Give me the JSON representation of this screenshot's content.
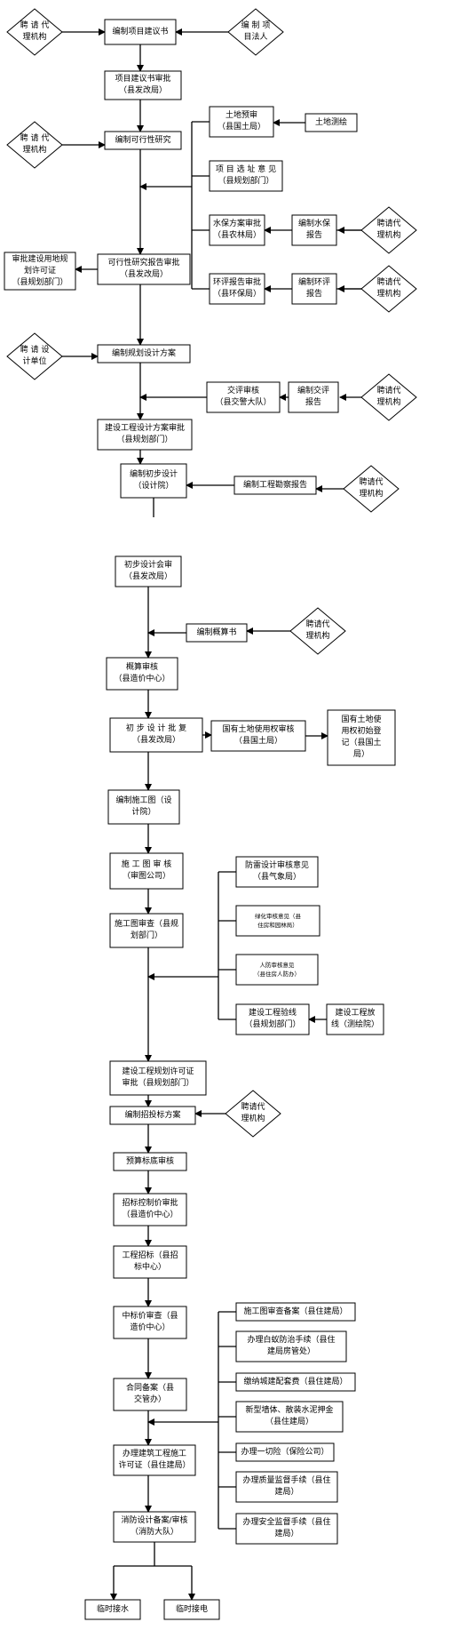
{
  "colors": {
    "line": "#000000",
    "box": "#ffffff"
  },
  "nodes": [
    {
      "id": "n1",
      "text": "编制项目建议书"
    },
    {
      "id": "d1",
      "text": "聘 请 代\n理机构"
    },
    {
      "id": "d2",
      "text": "编 制 项\n目法人"
    },
    {
      "id": "n2",
      "text": "项目建议书审批\n（县发改局）"
    },
    {
      "id": "d3",
      "text": "聘 请 代\n理机构"
    },
    {
      "id": "n3",
      "text": "编制可行性研究"
    },
    {
      "id": "s1",
      "text": "土地预审\n（县国土局）"
    },
    {
      "id": "s1b",
      "text": "土地测绘"
    },
    {
      "id": "s2",
      "text": "项 目 选 址 意 见\n（县规划部门）"
    },
    {
      "id": "s3",
      "text": "水保方案审批\n（县农林局）"
    },
    {
      "id": "s3b",
      "text": "编制水保\n报告"
    },
    {
      "id": "d4",
      "text": "聘请代\n理机构"
    },
    {
      "id": "s4",
      "text": "环评报告审批\n（县环保局）"
    },
    {
      "id": "s4b",
      "text": "编制环评\n报告"
    },
    {
      "id": "d5",
      "text": "聘请代\n理机构"
    },
    {
      "id": "n4",
      "text": "可行性研究报告审批\n（县发改局）"
    },
    {
      "id": "l1",
      "text": "审批建设用地规\n划许可证\n（县规划部门）"
    },
    {
      "id": "d6",
      "text": "聘 请 设\n计单位"
    },
    {
      "id": "n5",
      "text": "编制规划设计方案"
    },
    {
      "id": "s5",
      "text": "交评审核\n（县交警大队）"
    },
    {
      "id": "s5b",
      "text": "编制交评\n报告"
    },
    {
      "id": "d7",
      "text": "聘请代\n理机构"
    },
    {
      "id": "n6",
      "text": "建设工程设计方案审批\n（县规划部门）"
    },
    {
      "id": "n7",
      "text": "编制初步设计\n（设计院）"
    },
    {
      "id": "s6",
      "text": "编制工程勘察报告"
    },
    {
      "id": "d8",
      "text": "聘请代\n理机构"
    },
    {
      "id": "n8",
      "text": "初步设计会审\n（县发改局）"
    },
    {
      "id": "s7",
      "text": "编制概算书"
    },
    {
      "id": "d9",
      "text": "聘请代\n理机构"
    },
    {
      "id": "n9",
      "text": "概算审核\n（县造价中心）"
    },
    {
      "id": "n10",
      "text": "初 步 设 计 批 复\n（县发改局）"
    },
    {
      "id": "s8",
      "text": "国有土地使用权审核\n（县国土局）"
    },
    {
      "id": "s8b",
      "text": "国有土地使\n用权初始登\n记（县国土\n局）"
    },
    {
      "id": "n11",
      "text": "编制施工图（设\n计院）"
    },
    {
      "id": "n12",
      "text": "施 工 图 审 核\n（审图公司）"
    },
    {
      "id": "n13",
      "text": "施工图审查（县规\n划部门）"
    },
    {
      "id": "s9",
      "text": "防雷设计审核意见\n（县气象局）"
    },
    {
      "id": "s10",
      "text": "绿化审核意见（县\n住房和园林局）"
    },
    {
      "id": "s11",
      "text": "人防审核意见\n（县住房人防办）"
    },
    {
      "id": "s12",
      "text": "建设工程验线\n（县规划部门）"
    },
    {
      "id": "s12b",
      "text": "建设工程放\n线（测绘院）"
    },
    {
      "id": "n14",
      "text": "建设工程规划许可证\n审批（县规划部门）"
    },
    {
      "id": "n15",
      "text": "编制招投标方案"
    },
    {
      "id": "d10",
      "text": "聘请代\n理机构"
    },
    {
      "id": "n16",
      "text": "预算标底审核"
    },
    {
      "id": "n17",
      "text": "招标控制价审批\n（县造价中心）"
    },
    {
      "id": "n18",
      "text": "工程招标（县招\n标中心）"
    },
    {
      "id": "n19",
      "text": "中标价审查（县\n造价中心）"
    },
    {
      "id": "n20",
      "text": "合同备案（县\n交管办）"
    },
    {
      "id": "n21",
      "text": "办理建筑工程施工\n许可证（县住建局）"
    },
    {
      "id": "n22",
      "text": "消防设计备案/审核\n（消防大队）"
    },
    {
      "id": "s13",
      "text": "施工图审查备案（县住建局）"
    },
    {
      "id": "s14",
      "text": "办理白蚁防治手续（县住\n建局房管处）"
    },
    {
      "id": "s15",
      "text": "缴纳城建配套费（县住建局）"
    },
    {
      "id": "s16",
      "text": "新型墙体、散装水泥押金\n（县住建局）"
    },
    {
      "id": "s17",
      "text": "办理一切险（保险公司）"
    },
    {
      "id": "s18",
      "text": "办理质量监督手续（县住\n建局）"
    },
    {
      "id": "s19",
      "text": "办理安全监督手续（县住\n建局）"
    },
    {
      "id": "e1",
      "text": "临时接水"
    },
    {
      "id": "e2",
      "text": "临时接电"
    }
  ]
}
